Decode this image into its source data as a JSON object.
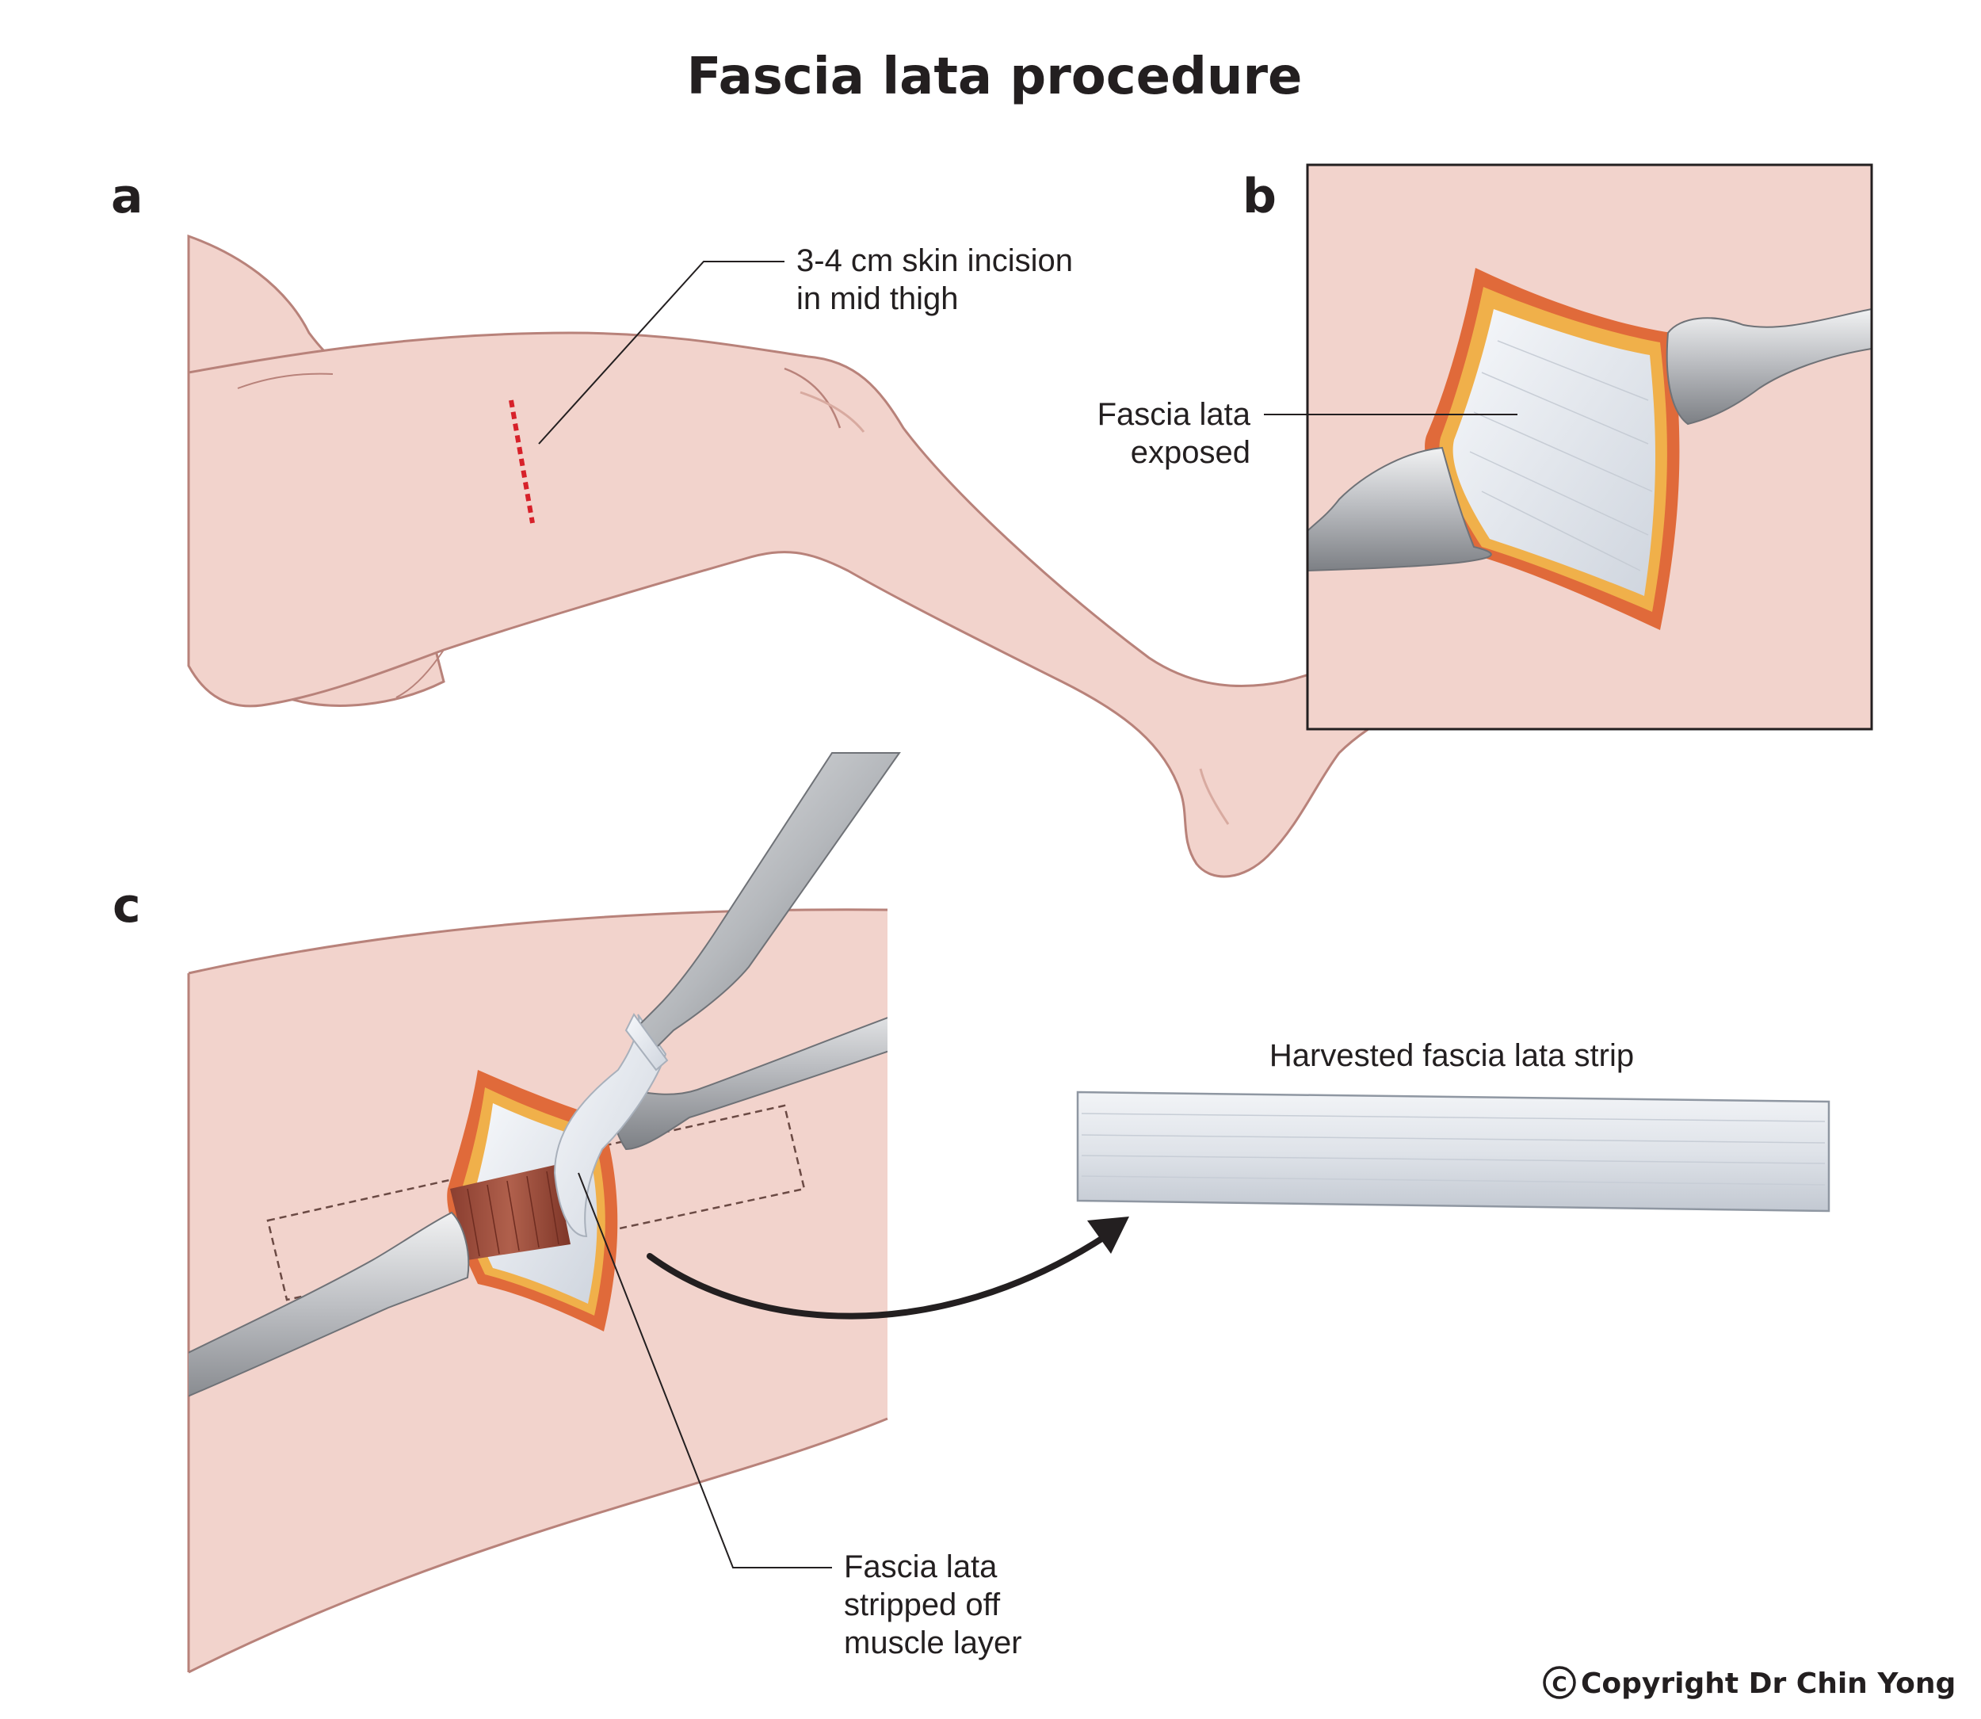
{
  "title": "Fascia lata procedure",
  "panels": {
    "a": {
      "letter": "a",
      "callout_line1": "3-4 cm skin incision",
      "callout_line2": "in mid thigh"
    },
    "b": {
      "letter": "b",
      "callout_line1": "Fascia lata",
      "callout_line2": "exposed"
    },
    "c": {
      "letter": "c",
      "callout_line1": "Fascia lata",
      "callout_line2": "stripped off",
      "callout_line3": "muscle layer",
      "strip_label": "Harvested fascia lata strip"
    }
  },
  "copyright": "Copyright Dr Chin Yong",
  "copyright_symbol": "C",
  "colors": {
    "skin": "#f2d3cc",
    "skin_shadow": "#e3b5ab",
    "skin_outline": "#b8827a",
    "wound_edge": "#e06a3a",
    "fat": "#f0b04a",
    "fascia": "#e4e8ef",
    "muscle": "#9c4a3a",
    "steel_light": "#d4d6d9",
    "steel_dark": "#7e8186",
    "incision": "#d7212a",
    "text": "#231f20"
  }
}
